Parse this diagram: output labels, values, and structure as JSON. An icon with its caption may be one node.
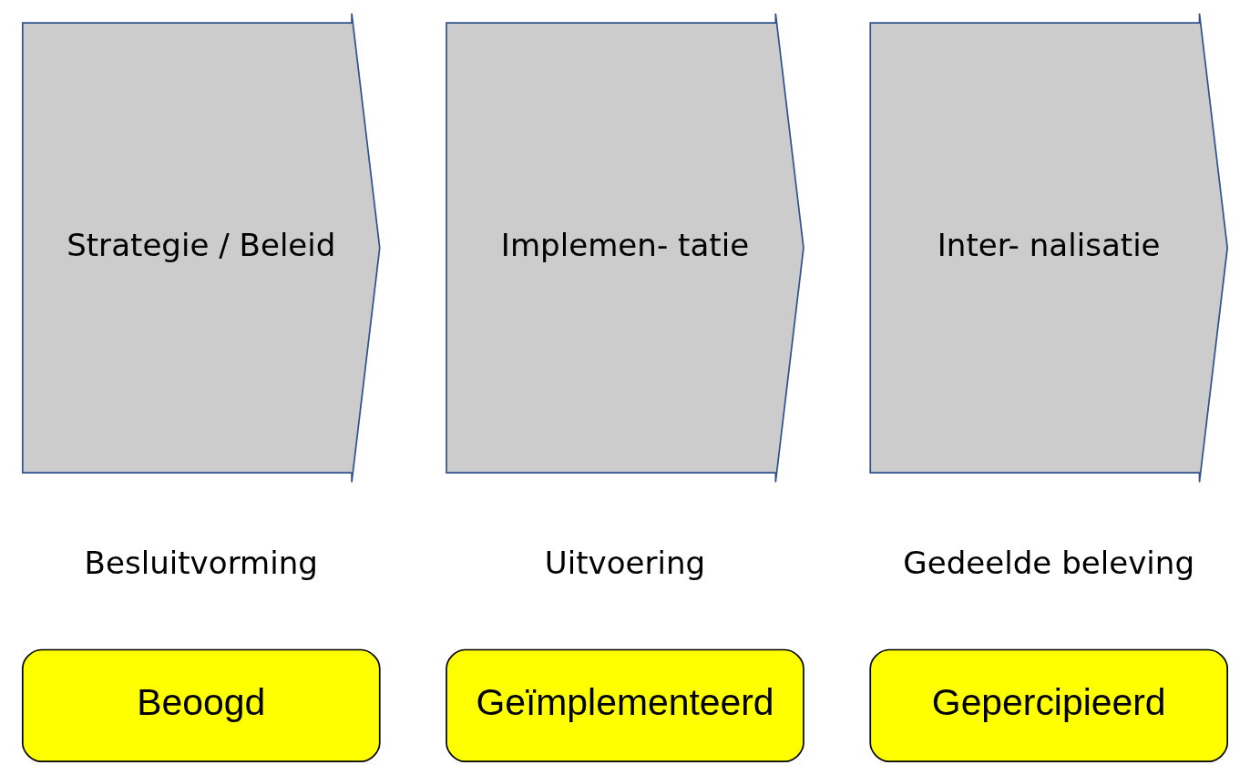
{
  "diagram": {
    "nodes": [
      {
        "text": [
          "Strategie / Beleid"
        ]
      },
      {
        "text": [
          "Implemen- tatie"
        ]
      },
      {
        "text": [
          "Inter- nalisatie"
        ]
      },
      {
        "text": [
          "Beoogd"
        ]
      },
      {
        "text": [
          "Geïmplementeerd"
        ]
      },
      {
        "text": [
          "Gepercipieerd"
        ]
      }
    ],
    "edges": [],
    "labels": [
      "Besluitvorming",
      "Uitvoering",
      "Gedeelde beleving"
    ]
  }
}
